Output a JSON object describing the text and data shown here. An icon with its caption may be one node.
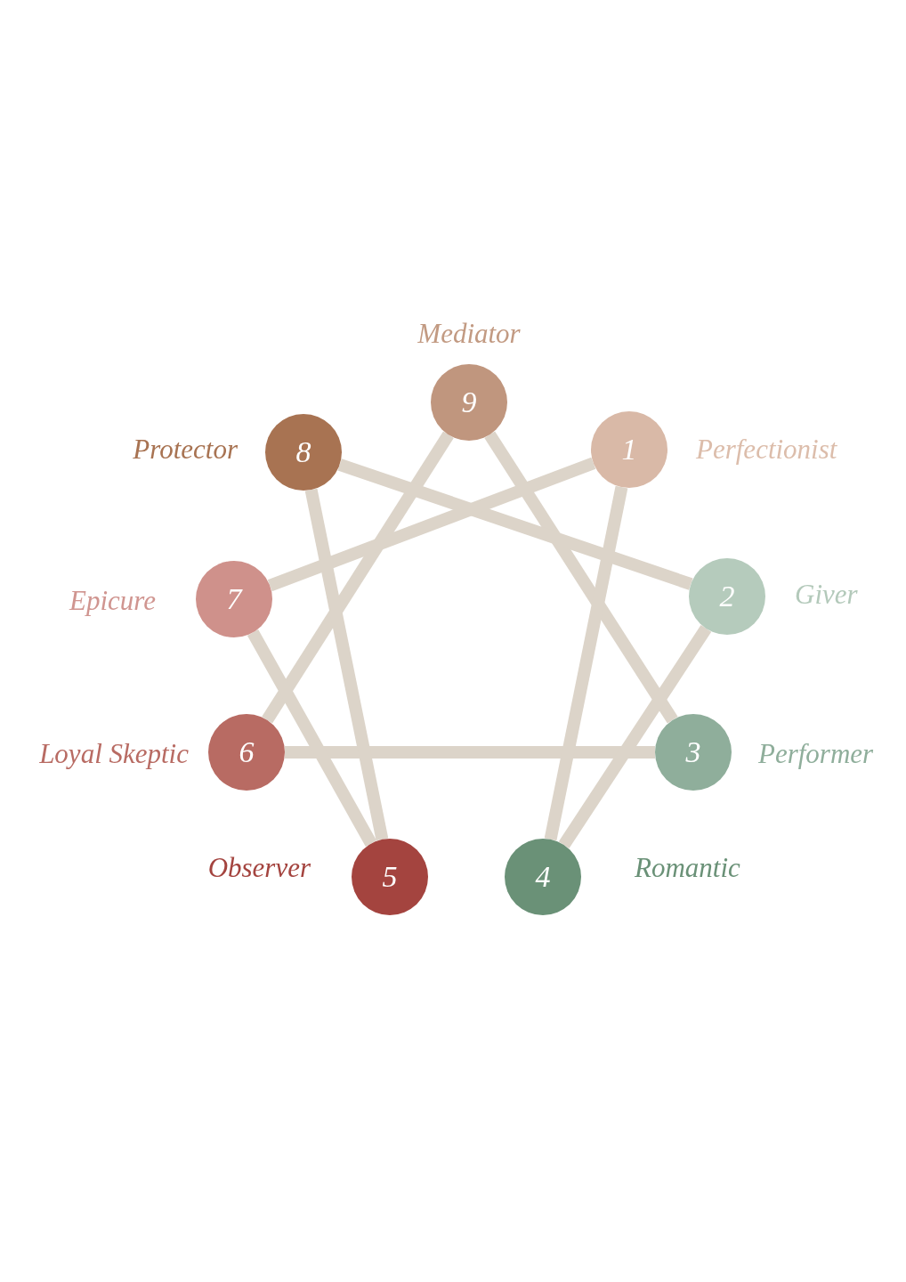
{
  "diagram": {
    "nodes": [
      {
        "text": [
          "9"
        ],
        "beside": [
          "Mediator"
        ]
      },
      {
        "text": [
          "8"
        ],
        "beside": [
          "Protector"
        ]
      },
      {
        "text": [
          "1"
        ],
        "beside": [
          "Perfectionist"
        ]
      },
      {
        "text": [
          "7"
        ],
        "beside": [
          "Epicure"
        ]
      },
      {
        "text": [
          "2"
        ],
        "beside": [
          "Giver"
        ]
      },
      {
        "text": [
          "6"
        ],
        "beside": [
          "Loyal Skeptic"
        ]
      },
      {
        "text": [
          "3"
        ],
        "beside": [
          "Performer"
        ]
      },
      {
        "text": [
          "5"
        ],
        "beside": [
          "Observer"
        ]
      },
      {
        "text": [
          "4"
        ],
        "beside": [
          "Romantic"
        ]
      }
    ],
    "edges": [
      {
        "from": 0,
        "to": 6,
        "arrow": "none"
      },
      {
        "from": 6,
        "to": 5,
        "arrow": "none"
      },
      {
        "from": 5,
        "to": 0,
        "arrow": "none"
      },
      {
        "from": 2,
        "to": 8,
        "arrow": "none"
      },
      {
        "from": 8,
        "to": 4,
        "arrow": "none"
      },
      {
        "from": 4,
        "to": 1,
        "arrow": "none"
      },
      {
        "from": 1,
        "to": 7,
        "arrow": "none"
      },
      {
        "from": 7,
        "to": 3,
        "arrow": "none"
      },
      {
        "from": 3,
        "to": 2,
        "arrow": "none"
      }
    ]
  }
}
